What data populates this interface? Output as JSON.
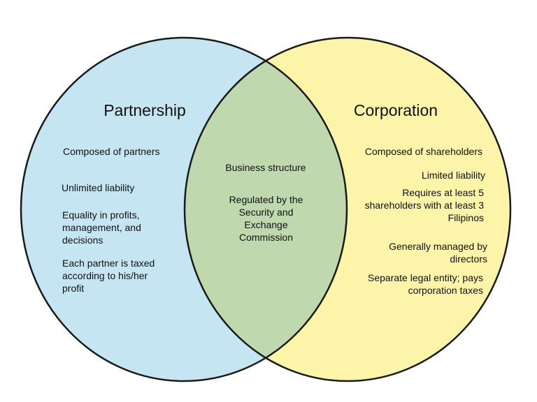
{
  "diagram": {
    "type": "venn",
    "colors": {
      "left_fill": "#c5e5f2",
      "right_fill": "#fbf4a9",
      "overlap_fill": "#bfd8ad",
      "stroke": "#1a1a1a"
    },
    "left": {
      "title": "Partnership",
      "items": [
        "Composed of partners",
        "Unlimited liability",
        "Equality in profits, management, and decisions",
        "Each partner is taxed according to his/her profit"
      ]
    },
    "right": {
      "title": "Corporation",
      "items": [
        "Composed of shareholders",
        "Limited liability",
        "Requires at least 5 shareholders with at least 3 Filipinos",
        "Generally managed by directors",
        "Separate legal entity; pays corporation taxes"
      ]
    },
    "overlap": {
      "items": [
        "Business structure",
        "Regulated by the Security and Exchange Commission"
      ]
    }
  }
}
